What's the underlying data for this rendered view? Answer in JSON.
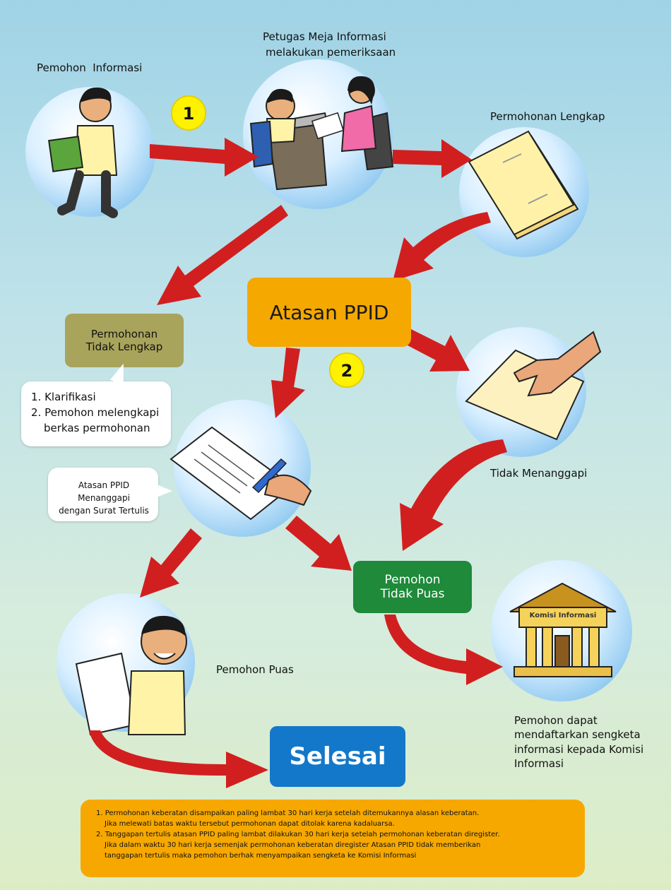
{
  "actors": {
    "pemohon_informasi": "Pemohon  Informasi",
    "petugas_line1": "Petugas Meja Informasi",
    "petugas_line2": "melakukan pemeriksaan",
    "permohonan_lengkap": "Permohonan Lengkap",
    "tidak_menanggapi": "Tidak Menanggapi",
    "pemohon_puas": "Pemohon Puas",
    "pemohon_dapat": [
      "Pemohon dapat",
      "mendaftarkan sengketa",
      "informasi kepada Komisi",
      "Informasi"
    ]
  },
  "steps": {
    "one": "1",
    "two": "2"
  },
  "boxes": {
    "atasan_ppid": "Atasan PPID",
    "tidak_lengkap_line1": "Permohonan",
    "tidak_lengkap_line2": "Tidak Lengkap",
    "tidak_puas_line1": "Pemohon",
    "tidak_puas_line2": "Tidak Puas",
    "selesai": "Selesai"
  },
  "bubbles": {
    "klarifikasi": [
      "1. Klarifikasi",
      "2. Pemohon melengkapi",
      "berkas permohonan"
    ],
    "menanggapi": [
      "Atasan PPID Menanggapi",
      "dengan Surat Tertulis"
    ]
  },
  "building_sign": "Komisi Informasi",
  "notes": [
    "1. Permohonan keberatan disampaikan paling lambat 30 hari kerja setelah ditemukannya alasan keberatan.",
    "Jika melewati batas waktu tersebut permohonan dapat ditolak karena kadaluarsa.",
    "2. Tanggapan tertulis atasan PPID paling lambat dilakukan 30 hari kerja setelah permohonan keberatan diregister.",
    "Jika dalam waktu 30 hari kerja semenjak permohonan keberatan diregister Atasan PPID tidak memberikan",
    "tanggapan tertulis maka pemohon berhak menyampaikan sengketa ke Komisi Informasi"
  ],
  "colors": {
    "arrow": "#d11f1f",
    "atasan_box": "#f4a800",
    "tidak_lengkap_box": "#a8a45c",
    "tidak_puas_box": "#1e8a3a",
    "selesai_box": "#1378c9",
    "step_badge": "#fff200",
    "notes_box": "#f6a800"
  }
}
